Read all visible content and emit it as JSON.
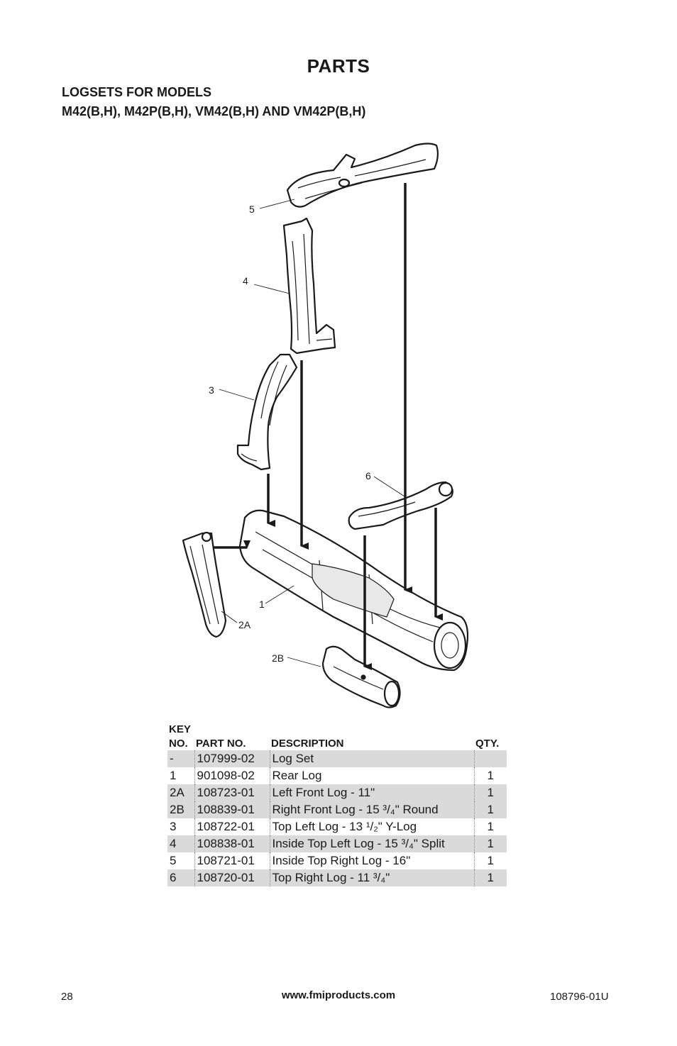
{
  "page": {
    "title": "PARTS",
    "subtitle_line1": "LOGSETS FOR MODELS",
    "subtitle_line2": "M42(B,H), M42P(B,H), VM42(B,H) AND VM42P(B,H)"
  },
  "diagram": {
    "callouts": [
      "5",
      "4",
      "3",
      "6",
      "1",
      "2A",
      "2B"
    ]
  },
  "table": {
    "header_top": "KEY",
    "headers": [
      "NO.",
      "PART NO.",
      "DESCRIPTION",
      "QTY."
    ],
    "rows": [
      {
        "key": "-",
        "part": "107999-02",
        "desc": "Log Set",
        "qty": ""
      },
      {
        "key": "1",
        "part": "901098-02",
        "desc": "Rear Log",
        "qty": "1"
      },
      {
        "key": "2A",
        "part": "108723-01",
        "desc": "Left Front Log - 11\"",
        "qty": "1"
      },
      {
        "key": "2B",
        "part": "108839-01",
        "desc": "Right Front Log - 15 ³/₄\" Round",
        "qty": "1"
      },
      {
        "key": "3",
        "part": "108722-01",
        "desc": "Top Left Log - 13 ¹/₂\" Y-Log",
        "qty": "1"
      },
      {
        "key": "4",
        "part": "108838-01",
        "desc": "Inside Top Left Log - 15 ³/₄\" Split",
        "qty": "1"
      },
      {
        "key": "5",
        "part": "108721-01",
        "desc": "Inside Top Right Log - 16\"",
        "qty": "1"
      },
      {
        "key": "6",
        "part": "108720-01",
        "desc": "Top Right Log - 11 ³/₄\"",
        "qty": "1"
      }
    ]
  },
  "footer": {
    "page_number": "28",
    "url": "www.fmiproducts.com",
    "doc_number": "108796-01U"
  }
}
